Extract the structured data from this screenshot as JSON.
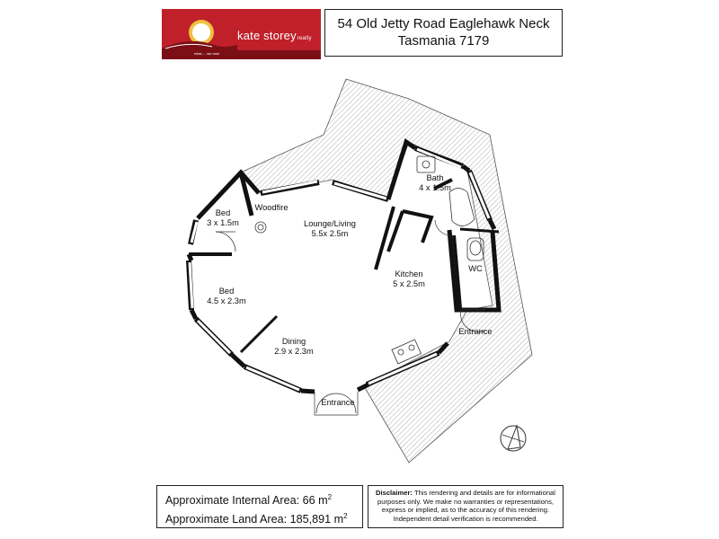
{
  "brand": {
    "name": "kate storey",
    "suffix": "realty",
    "tagline": "relax ... we care"
  },
  "address": {
    "line1": "54 Old Jetty Road Eaglehawk Neck",
    "line2": "Tasmania 7179"
  },
  "rooms": {
    "bath": {
      "name": "Bath",
      "size": "4 x 1.5m"
    },
    "bed_small": {
      "name": "Bed",
      "size": "3 x 1.5m"
    },
    "woodfire": "Woodfire",
    "lounge": {
      "name": "Lounge/Living",
      "size": "5.5x 2.5m"
    },
    "kitchen": {
      "name": "Kitchen",
      "size": "5 x 2.5m"
    },
    "wc": "WC",
    "bed_large": {
      "name": "Bed",
      "size": "4.5 x 2.3m"
    },
    "dining": {
      "name": "Dining",
      "size": "2.9 x 2.3m"
    },
    "entrance_east": "Entrance",
    "entrance_south": "Entrance"
  },
  "areas": {
    "internal_label": "Approximate Internal Area: 66 m",
    "internal_sup": "2",
    "land_label": "Approximate Land Area: 185,891 m",
    "land_sup": "2"
  },
  "disclaimer": {
    "title": "Disclaimer:",
    "body": " This rendering and details are for informational purposes only. We make no warranties or representations, express or implied, as to the accuracy of this rendering. Independent detail verification is recommended."
  },
  "colors": {
    "brand_red": "#c0202a",
    "brand_dark": "#7a1016",
    "sun": "#f0c040",
    "wall": "#111111",
    "hatch": "#9a9a9a"
  }
}
